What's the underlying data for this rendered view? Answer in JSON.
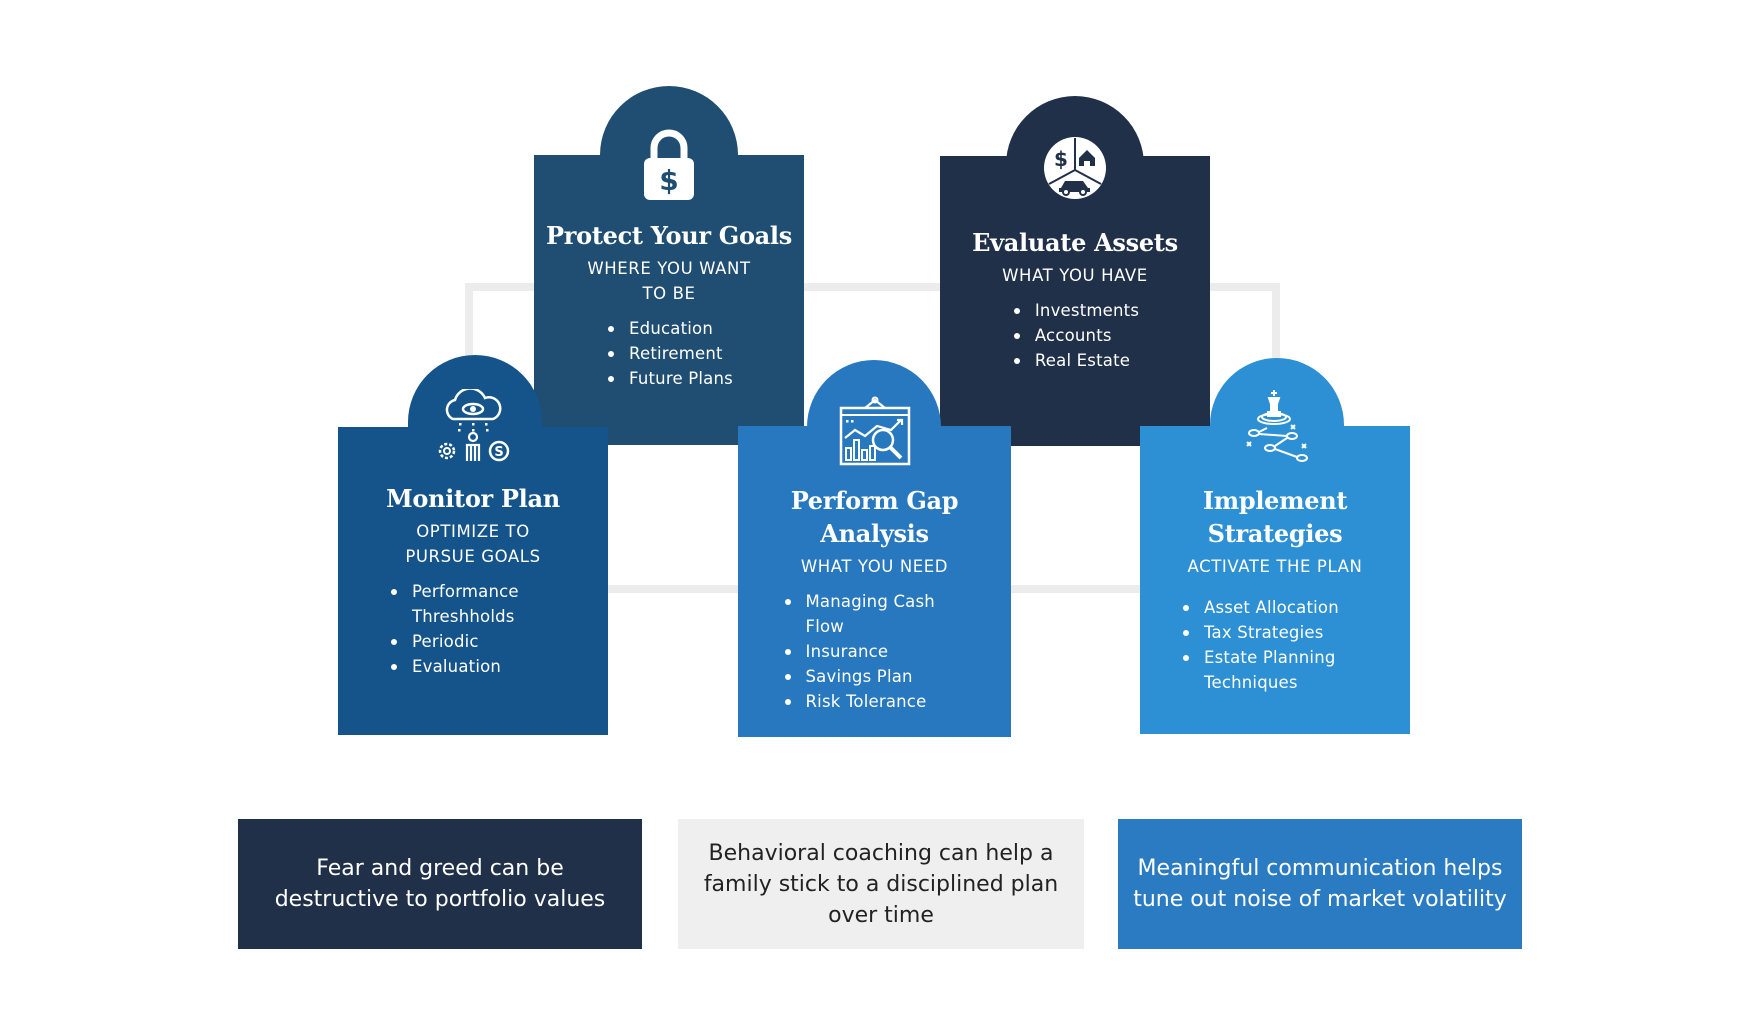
{
  "colors": {
    "protect": "#1f4e72",
    "evaluate": "#203049",
    "monitor": "#15548a",
    "gap": "#2878bf",
    "implement": "#2d90d4",
    "connector": "#ececec",
    "note_dark": "#203049",
    "note_light": "#efefef",
    "note_blue": "#2a7bc1"
  },
  "cards": {
    "protect": {
      "icon": "lock-dollar-icon",
      "title": "Protect Your Goals",
      "subtitle_lines": [
        "WHERE YOU WANT",
        "TO BE"
      ],
      "items": [
        "Education",
        "Retirement",
        "Future Plans"
      ]
    },
    "evaluate": {
      "icon": "assets-pie-icon",
      "title": "Evaluate Assets",
      "subtitle_lines": [
        "WHAT YOU HAVE"
      ],
      "items": [
        "Investments",
        "Accounts",
        "Real Estate"
      ]
    },
    "monitor": {
      "icon": "cloud-eye-monitor-icon",
      "title": "Monitor Plan",
      "subtitle_lines": [
        "OPTIMIZE TO",
        "PURSUE GOALS"
      ],
      "items": [
        "Performance Threshholds",
        "Periodic",
        "Evaluation"
      ]
    },
    "gap": {
      "icon": "chart-analysis-icon",
      "title_lines": [
        "Perform Gap",
        "Analysis"
      ],
      "subtitle_lines": [
        "WHAT YOU NEED"
      ],
      "items": [
        "Managing Cash Flow",
        "Insurance",
        "Savings Plan",
        "Risk Tolerance"
      ]
    },
    "implement": {
      "icon": "chess-strategy-icon",
      "title_lines": [
        "Implement",
        "Strategies"
      ],
      "subtitle_lines": [
        "ACTIVATE THE PLAN"
      ],
      "items": [
        "Asset Allocation",
        "Tax Strategies",
        "Estate Planning Techniques"
      ]
    }
  },
  "notes": [
    "Fear and greed can be destructive to portfolio values",
    "Behavioral coaching can help a family stick to a disciplined plan over time",
    "Meaningful communication helps tune out noise of market volatility"
  ]
}
